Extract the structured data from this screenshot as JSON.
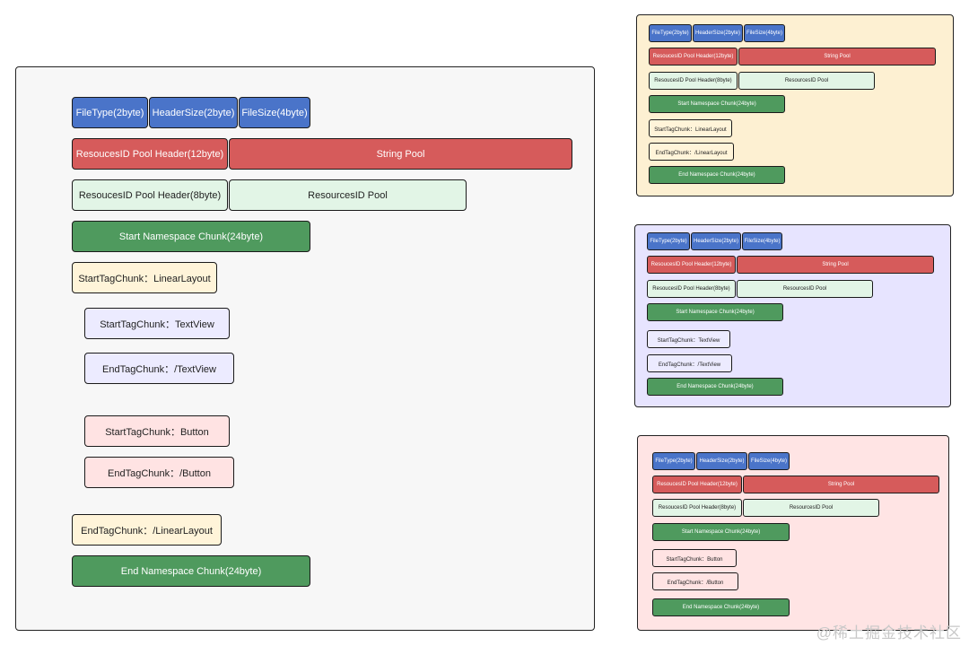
{
  "colors": {
    "blue": "#4a74c9",
    "red": "#d65b5b",
    "mint": "#e2f5e6",
    "green": "#4f9a5e",
    "cream": "#fff4d9",
    "lavender": "#ecebff",
    "pink": "#ffe3e3",
    "main_panel_bg": "#f7f7f7",
    "top_panel_bg": "#fdf0d2",
    "middle_panel_bg": "#e7e4ff",
    "bottom_panel_bg": "#ffe4e4"
  },
  "main": {
    "file_type": "FileType(2byte)",
    "header_size": "HeaderSize(2byte)",
    "file_size": "FileSize(4byte)",
    "resource_id_pool_header_12": "ResoucesID Pool Header(12byte)",
    "string_pool": "String Pool",
    "resource_id_pool_header_8": "ResoucesID Pool Header(8byte)",
    "resource_id_pool": "ResourcesID Pool",
    "start_namespace": "Start Namespace Chunk(24byte)",
    "start_tag_linear": "StartTagChunk：LinearLayout",
    "start_tag_textview": "StartTagChunk：TextView",
    "end_tag_textview": "EndTagChunk：/TextView",
    "start_tag_button": "StartTagChunk：Button",
    "end_tag_button": "EndTagChunk：/Button",
    "end_tag_linear": "EndTagChunk：/LinearLayout",
    "end_namespace": "End Namespace Chunk(24byte)"
  },
  "top_panel": {
    "file_type": "FileType(2byte)",
    "header_size": "HeaderSize(2byte)",
    "file_size": "FileSize(4byte)",
    "resource_id_pool_header_12": "ResoucesID Pool Header(12byte)",
    "string_pool": "String Pool",
    "resource_id_pool_header_8": "ResoucesID Pool Header(8byte)",
    "resource_id_pool": "ResourcesID Pool",
    "start_namespace": "Start Namespace Chunk(24byte)",
    "start_tag": "StartTagChunk：LinearLayout",
    "end_tag": "EndTagChunk：/LinearLayout",
    "end_namespace": "End Namespace Chunk(24byte)"
  },
  "middle_panel": {
    "file_type": "FileType(2byte)",
    "header_size": "HeaderSize(2byte)",
    "file_size": "FileSize(4byte)",
    "resource_id_pool_header_12": "ResoucesID Pool Header(12byte)",
    "string_pool": "String Pool",
    "resource_id_pool_header_8": "ResoucesID Pool Header(8byte)",
    "resource_id_pool": "ResourcesID Pool",
    "start_namespace": "Start Namespace Chunk(24byte)",
    "start_tag": "StartTagChunk：TextView",
    "end_tag": "EndTagChunk：/TextView",
    "end_namespace": "End Namespace Chunk(24byte)"
  },
  "bottom_panel": {
    "file_type": "FileType(2byte)",
    "header_size": "HeaderSize(2byte)",
    "file_size": "FileSize(4byte)",
    "resource_id_pool_header_12": "ResoucesID Pool Header(12byte)",
    "string_pool": "String Pool",
    "resource_id_pool_header_8": "ResoucesID Pool Header(8byte)",
    "resource_id_pool": "ResourcesID Pool",
    "start_namespace": "Start Namespace Chunk(24byte)",
    "start_tag": "StartTagChunk：Button",
    "end_tag": "EndTagChunk：/Button",
    "end_namespace": "End Namespace Chunk(24byte)"
  },
  "watermark": "@稀土掘金技术社区"
}
